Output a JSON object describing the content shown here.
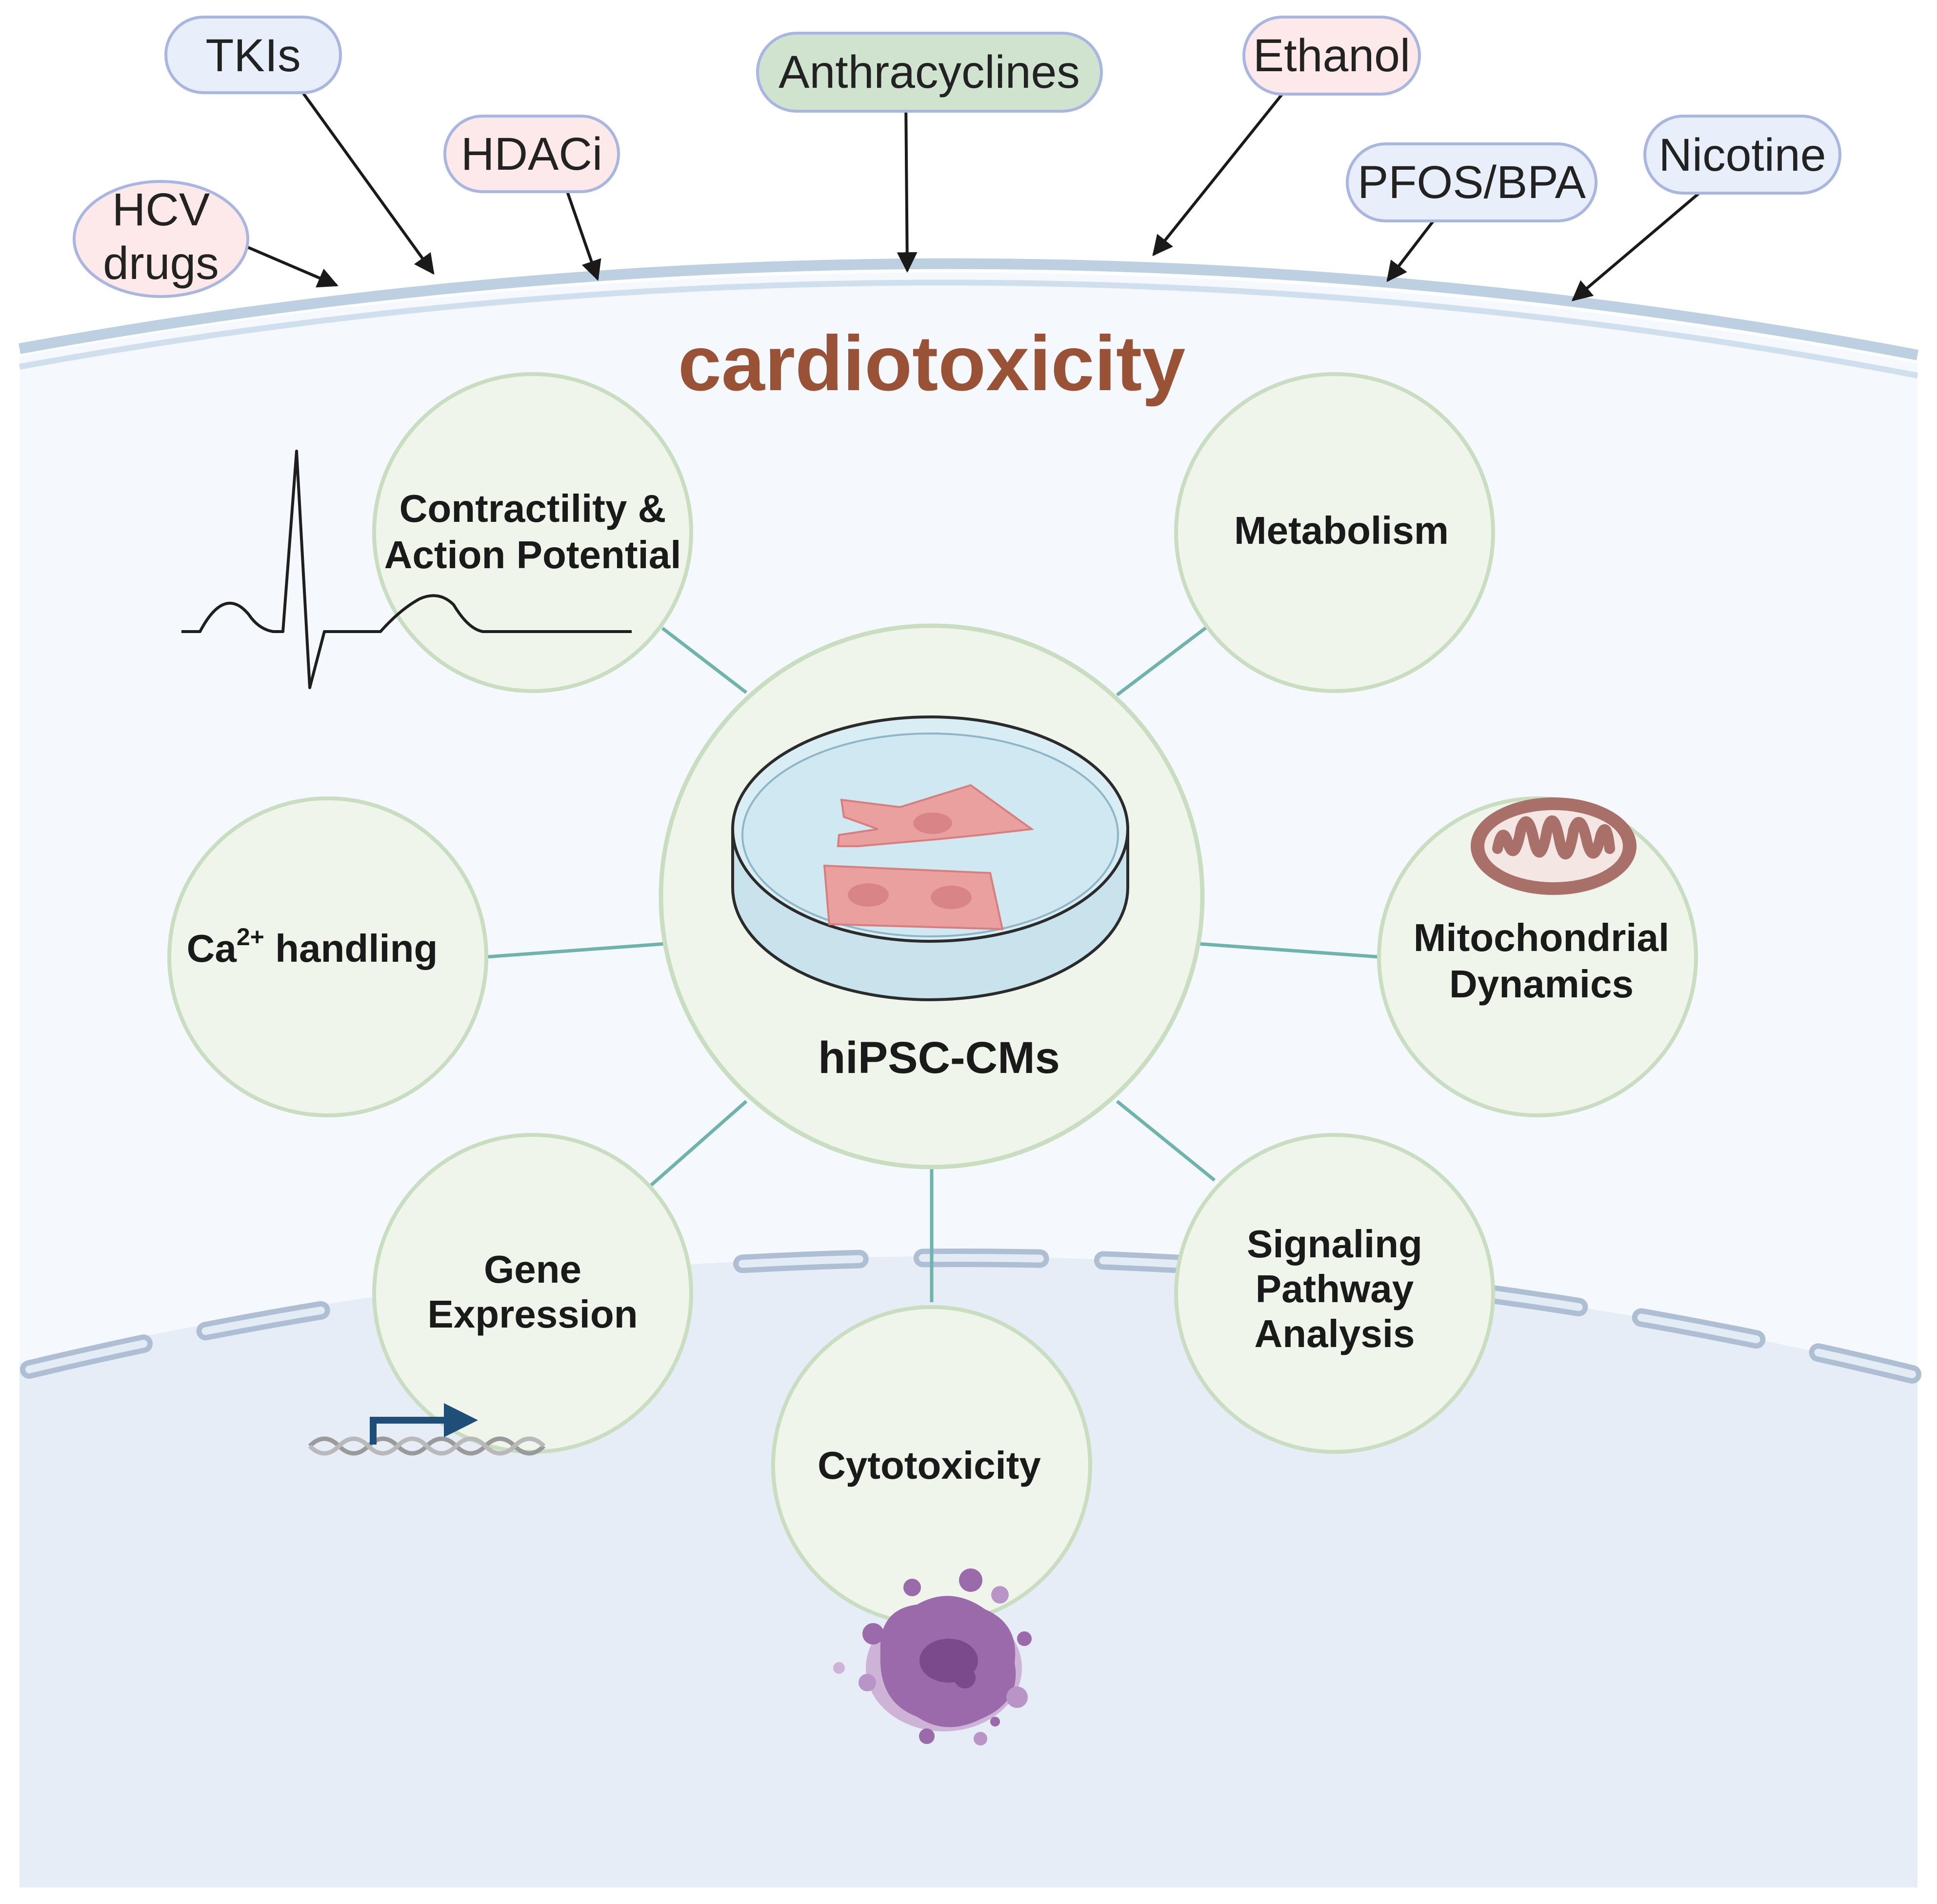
{
  "title": "cardiotoxicity",
  "colors": {
    "title": "#9a5236",
    "membrane": "#bcd0e2",
    "cell_fill": "#f5f9fd",
    "nucleus_fill": "#e6edf7",
    "node_fill": "#eff5ea",
    "node_stroke": "#c9ddc0",
    "connector": "#6fb3ad",
    "pill_blue": "#e8effb",
    "pill_pink": "#fde9e9",
    "pill_green": "#cfe3cf",
    "pill_stroke": "#a9b6e0"
  },
  "agents": [
    {
      "id": "hcv",
      "lines": [
        "HCV",
        "drugs"
      ],
      "color": "pink"
    },
    {
      "id": "tkis",
      "lines": [
        "TKIs"
      ],
      "color": "blue"
    },
    {
      "id": "hdaci",
      "lines": [
        "HDACi"
      ],
      "color": "pink"
    },
    {
      "id": "anthracyclines",
      "lines": [
        "Anthracyclines"
      ],
      "color": "green"
    },
    {
      "id": "ethanol",
      "lines": [
        "Ethanol"
      ],
      "color": "pink"
    },
    {
      "id": "pfos-bpa",
      "lines": [
        "PFOS/BPA"
      ],
      "color": "blue"
    },
    {
      "id": "nicotine",
      "lines": [
        "Nicotine"
      ],
      "color": "blue"
    }
  ],
  "hub": {
    "label": "hiPSC-CMs",
    "icon": "petri-dish-cardiomyocytes-icon"
  },
  "assays": [
    {
      "id": "contractility",
      "lines": [
        "Contractility &",
        "Action Potential"
      ],
      "icon": "ecg-trace-icon"
    },
    {
      "id": "metabolism",
      "lines": [
        "Metabolism"
      ]
    },
    {
      "id": "calcium",
      "base": "Ca",
      "sup": "2+",
      "rest": " handling"
    },
    {
      "id": "mitochondrial",
      "lines": [
        "Mitochondrial",
        "Dynamics"
      ],
      "icon": "mitochondrion-icon"
    },
    {
      "id": "gene-expression",
      "lines": [
        "Gene",
        "Expression"
      ],
      "icon": "dna-transcription-icon"
    },
    {
      "id": "cytotoxicity",
      "lines": [
        "Cytotoxicity"
      ],
      "icon": "dead-cell-icon"
    },
    {
      "id": "signaling",
      "lines": [
        "Signaling",
        "Pathway",
        "Analysis"
      ]
    }
  ]
}
